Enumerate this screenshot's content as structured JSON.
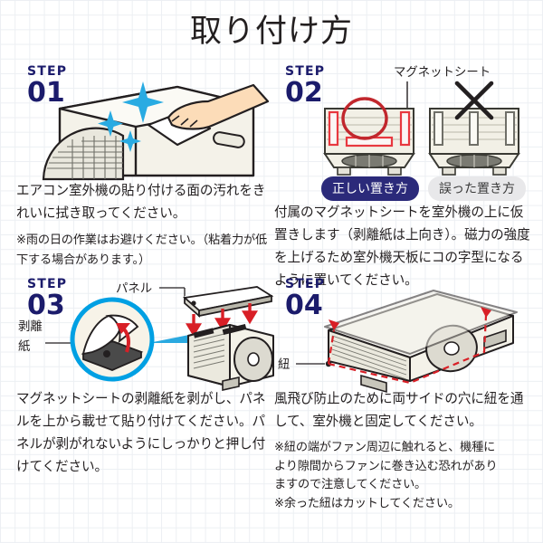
{
  "page": {
    "title": "取り付け方",
    "background_color": "#ffffff",
    "grid_color": "#eceff3",
    "step_label_color": "#1b1b6b",
    "accent_red": "#d81f26",
    "accent_cyan": "#00a0e3",
    "text_color": "#231f20"
  },
  "steps": [
    {
      "id": "step-01",
      "step_word": "STEP",
      "step_number": "01",
      "body": "エアコン室外機の貼り付ける面の汚れをきれいに拭き取ってください。",
      "note": "※雨の日の作業はお避けください。（粘着力が低下する場合があります。）",
      "illustration": {
        "name": "outdoor-unit-wipe-illustration",
        "elements": [
          "outdoor-unit",
          "hand",
          "cloth",
          "sparkle"
        ],
        "sparkle_color": "#29abe2",
        "hand_color": "#fcdcb8",
        "unit_color": "#f2f0e6"
      }
    },
    {
      "id": "step-02",
      "step_word": "STEP",
      "step_number": "02",
      "body": "付属のマグネットシートを室外機の上に仮置きします（剥離紙は上向き）。磁力の強度を上げるため室外機天板にコの字型になるように置いてください。",
      "note": "",
      "illustration": {
        "name": "magnet-sheet-placement-illustration",
        "callout_label": "マグネットシート",
        "correct_badge": "正しい置き方",
        "wrong_badge": "誤った置き方",
        "correct_badge_bg": "#2b2a7a",
        "correct_badge_text": "#ffffff",
        "wrong_badge_bg": "#e8e8ea",
        "wrong_badge_text": "#3a3a3a",
        "correct_strip_color": "#e8383f",
        "wrong_strip_color": "#8c8c84",
        "cross_mark": "X"
      }
    },
    {
      "id": "step-03",
      "step_word": "STEP",
      "step_number": "03",
      "body": "マグネットシートの剥離紙を剥がし、パネルを上から載せて貼り付けてください。パネルが剥がれないようにしっかりと押し付けてください。",
      "note": "",
      "illustration": {
        "name": "peel-release-paper-illustration",
        "label_panel": "パネル",
        "label_release_paper": "剥離紙",
        "magnifier_ring_color": "#00a0e3",
        "arrow_color": "#d81f26"
      }
    },
    {
      "id": "step-04",
      "step_word": "STEP",
      "step_number": "04",
      "body": "風飛び防止のために両サイドの穴に紐を通して、室外機と固定してください。",
      "note": "※紐の端がファン周辺に触れると、機種により隙間からファンに巻き込む恐れがありますので注意してください。\n※余った紐はカットしてください。",
      "note_lines": [
        "※紐の端がファン周辺に触れると、機種に",
        "より隙間からファンに巻き込む恐れがあり",
        "ますので注意してください。",
        "※余った紐はカットしてください。"
      ],
      "illustration": {
        "name": "cord-fixing-illustration",
        "label_cord": "紐",
        "cord_color": "#d81f26"
      }
    }
  ]
}
